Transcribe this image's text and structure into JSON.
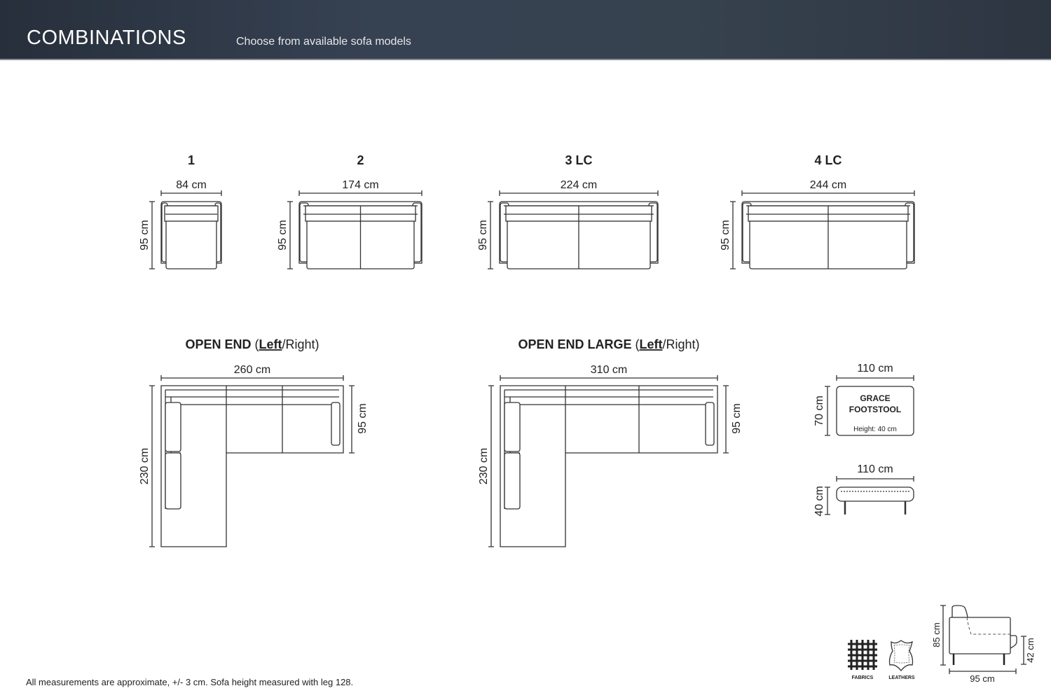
{
  "header": {
    "title": "COMBINATIONS",
    "subtitle": "Choose from available sofa models"
  },
  "models": [
    {
      "label": "1",
      "width": "84 cm",
      "depth": "95 cm"
    },
    {
      "label": "2",
      "width": "174 cm",
      "depth": "95 cm"
    },
    {
      "label": "3 LC",
      "width": "224 cm",
      "depth": "95 cm"
    },
    {
      "label": "4 LC",
      "width": "244 cm",
      "depth": "95 cm"
    }
  ],
  "corner_models": [
    {
      "title": "OPEN END",
      "open": "(",
      "selected": "Left",
      "rest": "/Right)",
      "width": "260 cm",
      "length": "230 cm",
      "depth": "95 cm"
    },
    {
      "title": "OPEN END LARGE",
      "open": "(",
      "selected": "Left",
      "rest": "/Right)",
      "width": "310 cm",
      "length": "230 cm",
      "depth": "95 cm"
    }
  ],
  "footstool": {
    "line1": "GRACE",
    "line2": "FOOTSTOOL",
    "height_note": "Height: 40 cm",
    "top_width": "110 cm",
    "top_depth": "70 cm",
    "side_width": "110 cm",
    "side_height": "40 cm"
  },
  "materials": {
    "fabrics": "FABRICS",
    "leathers": "LEATHERS"
  },
  "profile": {
    "height": "85 cm",
    "seat_height": "42 cm",
    "depth": "95 cm"
  },
  "footer": "All measurements are approximate, +/- 3 cm. Sofa height measured with leg 128."
}
